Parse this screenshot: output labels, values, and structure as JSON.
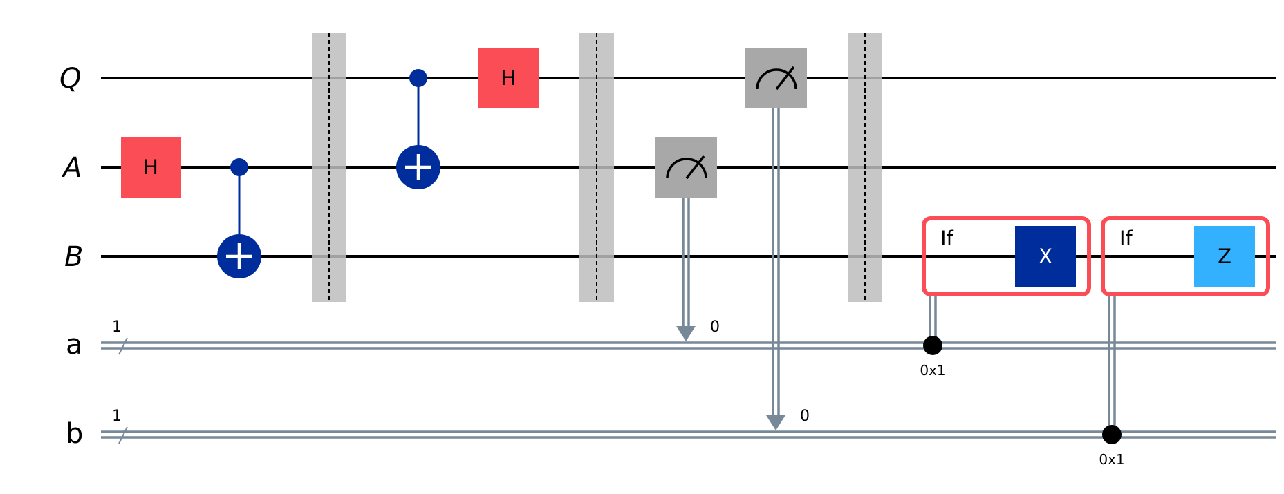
{
  "colors": {
    "h_gate": "#fa4d56",
    "cnot": "#002d9c",
    "measure": "#a8a8a8",
    "barrier": "#c8c8c8",
    "classical": "#778899",
    "x_gate": "#002d9c",
    "z_gate": "#33b1ff",
    "if_box": "#fa4d56",
    "wire": "#000000"
  },
  "wires": {
    "quantum": [
      {
        "label": "Q",
        "y": 0
      },
      {
        "label": "A",
        "y": 1
      },
      {
        "label": "B",
        "y": 2
      }
    ],
    "classical": [
      {
        "label": "a",
        "size": "1"
      },
      {
        "label": "b",
        "size": "1"
      }
    ]
  },
  "gates": {
    "h": "H",
    "x": "X",
    "z": "Z",
    "if_label": "If",
    "measure_bit_a": "0",
    "measure_bit_b": "0",
    "condition_a": "0x1",
    "condition_b": "0x1"
  },
  "icons": [
    "meter-icon",
    "cnot-target-icon",
    "control-dot-icon",
    "barrier-icon",
    "register-slash-icon"
  ]
}
